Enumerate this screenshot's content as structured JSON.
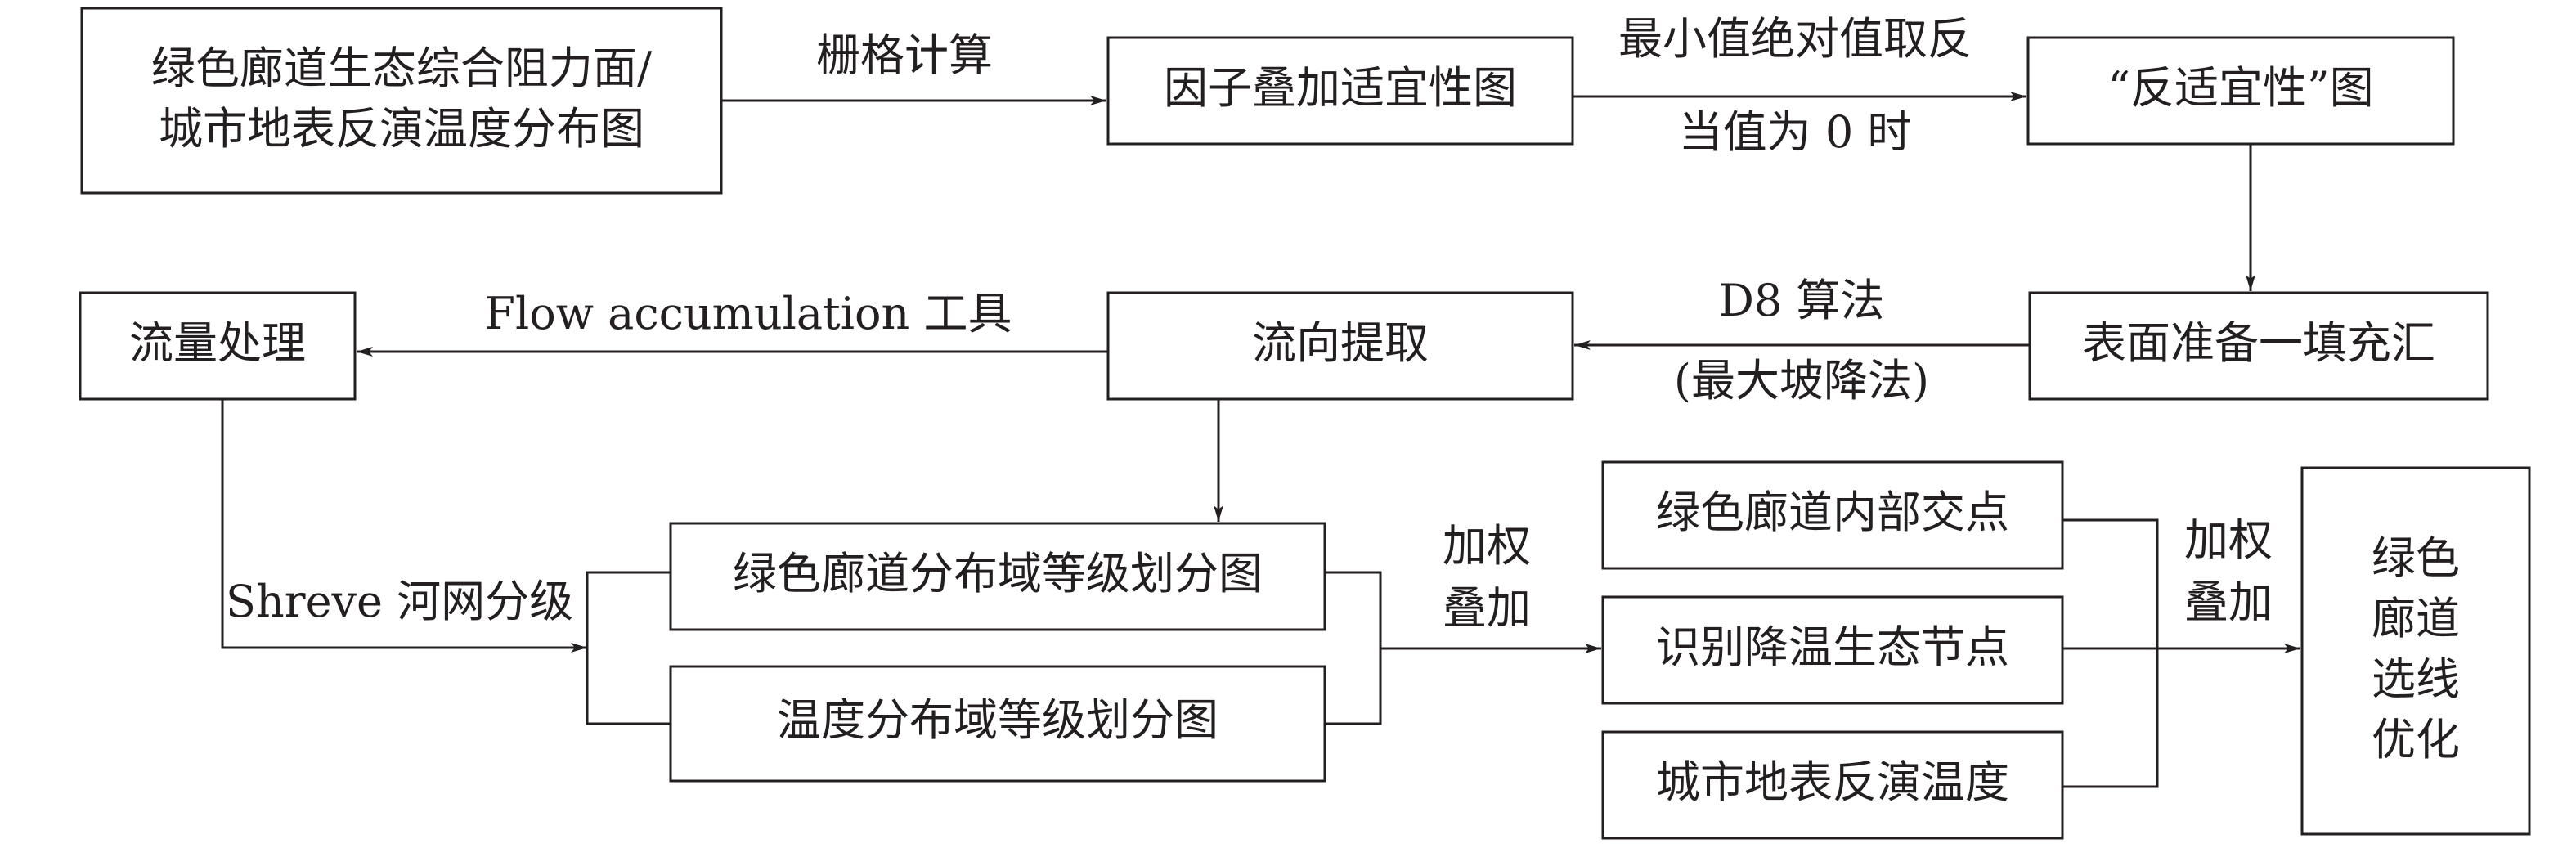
{
  "nodes": {
    "resistance_line1": "绿色廊道生态综合阻力面/",
    "resistance_line2": "城市地表反演温度分布图",
    "factor_overlay": "因子叠加适宜性图",
    "anti_suitability": "“反适宜性”图",
    "surface_prep": "表面准备一填充汇",
    "flow_direction": "流向提取",
    "flow_process": "流量处理",
    "corridor_grade": "绿色廊道分布域等级划分图",
    "temperature_grade": "温度分布域等级划分图",
    "internal_intersections": "绿色廊道内部交点",
    "cooling_nodes": "识别降温生态节点",
    "surface_temperature": "城市地表反演温度",
    "route_optimization": [
      "绿色",
      "廊道",
      "选线",
      "优化"
    ]
  },
  "edges": {
    "raster_calc": "栅格计算",
    "min_abs_line1": "最小值绝对值取反",
    "min_abs_line2": "当值为 0 时",
    "d8_line1": "D8 算法",
    "d8_line2": "(最大坡降法)",
    "flow_accumulation": "Flow accumulation 工具",
    "shreve": "Shreve 河网分级",
    "weighted_overlay_1": [
      "加权",
      "叠加"
    ],
    "weighted_overlay_2": [
      "加权",
      "叠加"
    ]
  }
}
